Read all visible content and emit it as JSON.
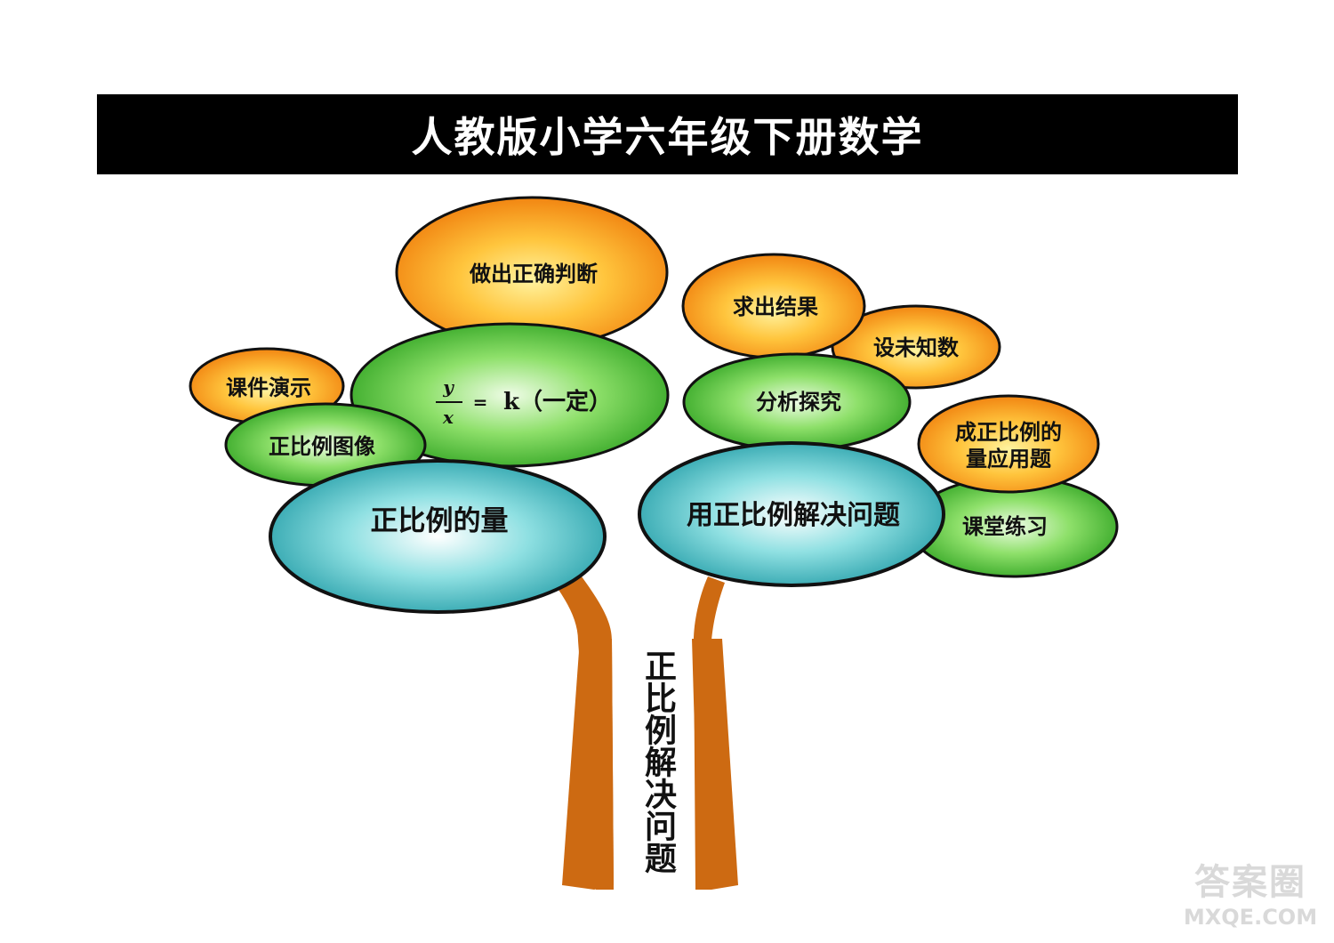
{
  "title": "人教版小学六年级下册数学",
  "trunk_label": "正比例解决问题",
  "colors": {
    "orange_light": "#ffe07a",
    "orange_dark": "#f07f0c",
    "green_light": "#d8f7c0",
    "green_dark": "#29a31d",
    "teal_light": "#f2fcfb",
    "teal_dark": "#1d9ca6",
    "trunk": "#cd6a12",
    "outline": "#111111"
  },
  "left_branch": {
    "root": "正比例的量",
    "nodes": {
      "judge": "做出正确判断",
      "formula": {
        "numerator": "y",
        "denominator": "x",
        "equals": "=",
        "rhs": "k（一定）"
      },
      "courseware": "课件演示",
      "graph": "正比例图像"
    }
  },
  "right_branch": {
    "root": "用正比例解决问题",
    "nodes": {
      "result": "求出结果",
      "unknown": "设未知数",
      "analyze": "分析探究",
      "applied_line1": "成正比例的",
      "applied_line2": "量应用题",
      "practice": "课堂练习"
    }
  },
  "watermark": {
    "line1": "答案圈",
    "line2": "MXQE.COM"
  }
}
